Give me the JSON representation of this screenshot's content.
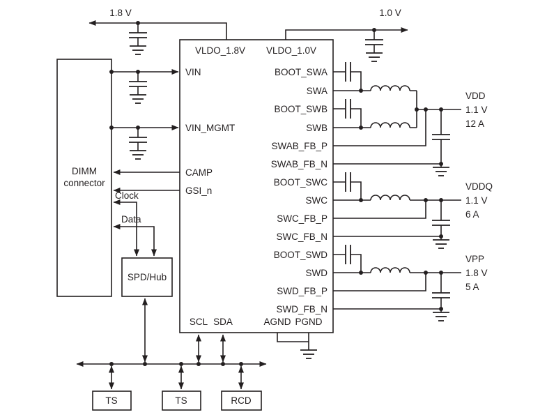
{
  "labels": {
    "rail_18": "1.8 V",
    "rail_10": "1.0 V",
    "clock": "Clock",
    "data": "Data"
  },
  "ic": {
    "top_pins": [
      "VLDO_1.8V",
      "VLDO_1.0V"
    ],
    "left_pins": [
      "VIN",
      "VIN_MGMT",
      "CAMP",
      "GSI_n"
    ],
    "right_pins": [
      "BOOT_SWA",
      "SWA",
      "BOOT_SWB",
      "SWB",
      "SWAB_FB_P",
      "SWAB_FB_N",
      "BOOT_SWC",
      "SWC",
      "SWC_FB_P",
      "SWC_FB_N",
      "BOOT_SWD",
      "SWD",
      "SWD_FB_P",
      "SWD_FB_N"
    ],
    "bottom_pins": [
      "SCL",
      "SDA",
      "AGND",
      "PGND"
    ]
  },
  "blocks": {
    "dimm_line1": "DIMM",
    "dimm_line2": "connector",
    "spd": "SPD/Hub",
    "ts1": "TS",
    "ts2": "TS",
    "rcd": "RCD"
  },
  "outputs": [
    {
      "name": "VDD",
      "voltage": "1.1 V",
      "current": "12 A"
    },
    {
      "name": "VDDQ",
      "voltage": "1.1 V",
      "current": "6 A"
    },
    {
      "name": "VPP",
      "voltage": "1.8 V",
      "current": "5 A"
    }
  ],
  "colors": {
    "line": "#231f20",
    "background": "#ffffff"
  }
}
